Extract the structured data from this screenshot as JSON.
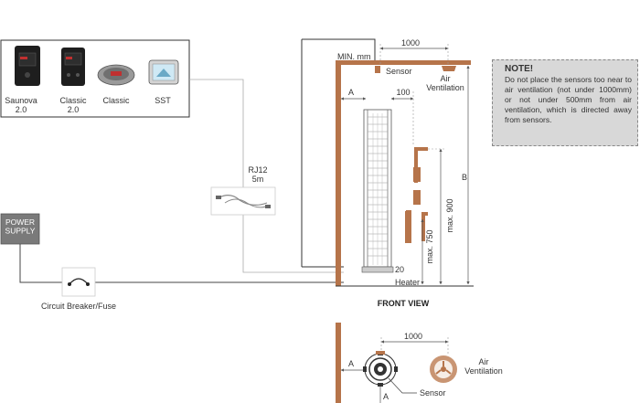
{
  "colors": {
    "wood": "#b6744a",
    "line": "#444444",
    "power": "#7a7a7a",
    "note_bg": "#d8d8d8"
  },
  "controllers": [
    {
      "name": "Saunova\n2.0",
      "icon": "saunova-control-panel-icon"
    },
    {
      "name": "Classic\n2.0",
      "icon": "classic-2-control-panel-icon"
    },
    {
      "name": "Classic",
      "icon": "classic-round-control-icon"
    },
    {
      "name": "SST",
      "icon": "sst-tablet-icon"
    }
  ],
  "power_supply": "POWER\nSUPPLY",
  "circuit_breaker": "Circuit Breaker/Fuse",
  "rj12": "RJ12\n5m",
  "front": {
    "dim_1000": "1000",
    "min_mm": "MIN. mm",
    "sensor": "Sensor",
    "air_ventilation": "Air\nVentilation",
    "dim_a": "A",
    "dim_100": "100",
    "dim_b": "B",
    "max_900": "max. 900",
    "max_750": "max. 750",
    "dim_20": "20",
    "heater": "Heater",
    "view_title": "FRONT VIEW"
  },
  "top": {
    "dim_1000": "1000",
    "dim_a_left": "A",
    "dim_a_bottom": "A",
    "sensor": "Sensor",
    "air_ventilation": "Air\nVentilation"
  },
  "note": {
    "title": "NOTE!",
    "body": "Do not place the sensors too near to air ventilation (not under 1000mm) or not under 500mm from air ventilation, which is directed away from sensors."
  }
}
